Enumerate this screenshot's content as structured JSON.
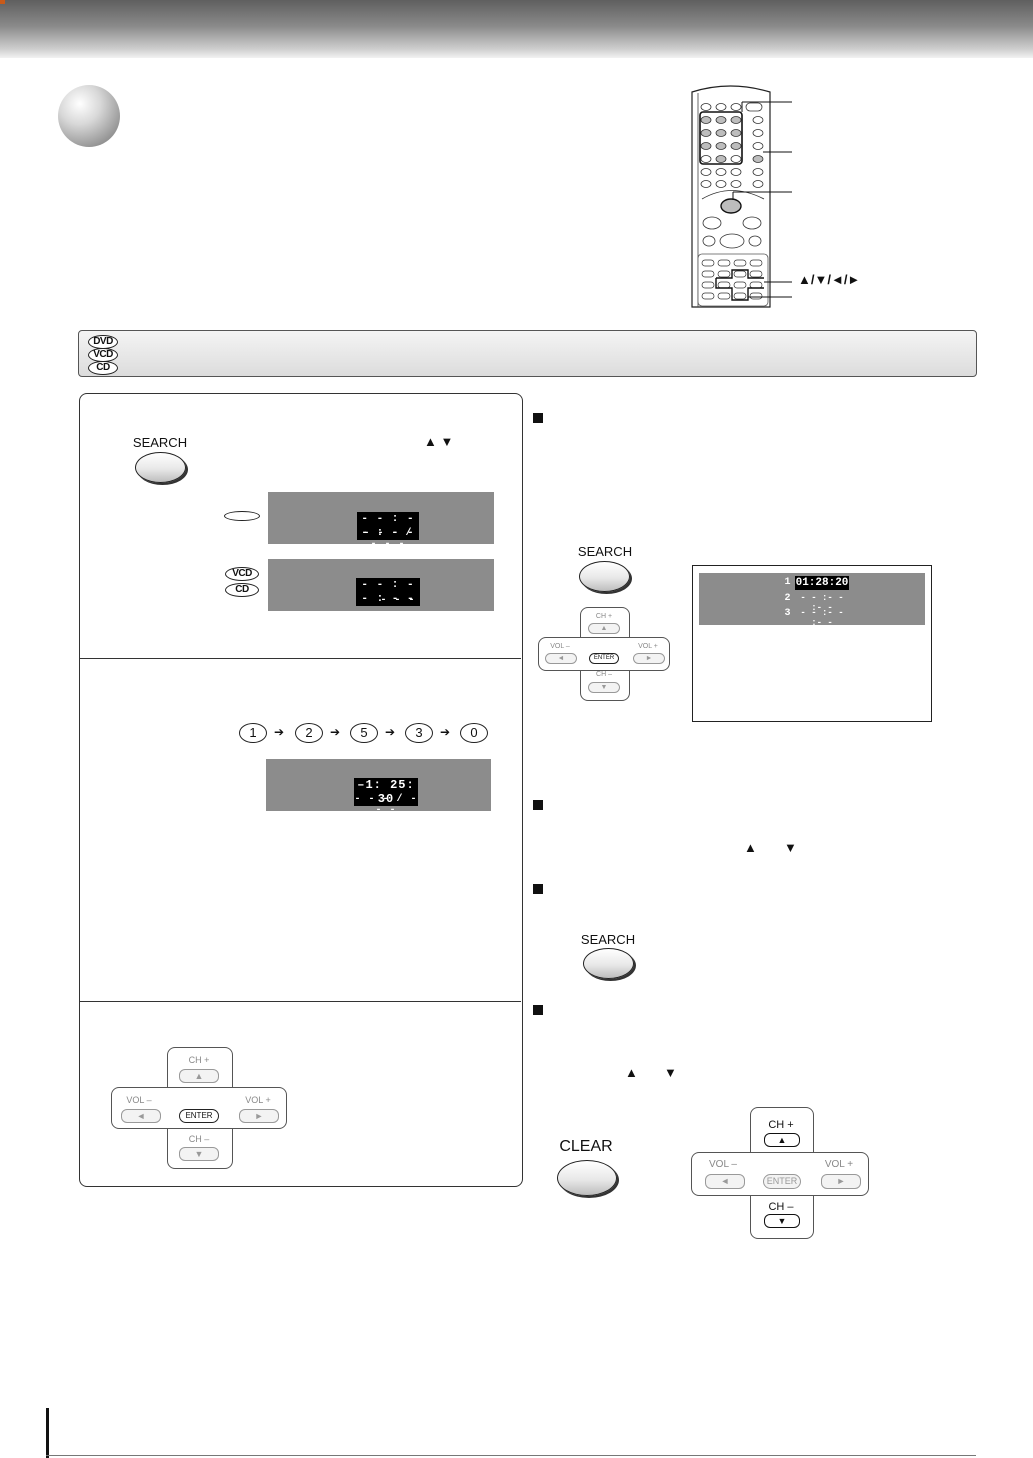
{
  "discs": [
    "DVD",
    "VCD",
    "CD"
  ],
  "buttons": {
    "search": "SEARCH",
    "clear": "CLEAR",
    "enter": "ENTER"
  },
  "dpad": {
    "ch_plus": "CH +",
    "ch_minus": "CH –",
    "vol_minus": "VOL –",
    "vol_plus": "VOL +",
    "up": "▲",
    "down": "▼",
    "left": "◄",
    "right": "►"
  },
  "step1": {
    "arrows": "▲ ▼",
    "dvd_time": "- - : - - : - -",
    "dvd_sub": "- - - / - - -",
    "vcd_time": "- - : - - : - -",
    "vcd_sub": "- - -"
  },
  "step2": {
    "digits": [
      "1",
      "2",
      "5",
      "3",
      "0"
    ],
    "time": "–1: 25: 30",
    "sub": "- - - / - - -"
  },
  "marker_list": [
    {
      "num": "1",
      "time": "01:28:20"
    },
    {
      "num": "2",
      "time": "- - :- - :- -"
    },
    {
      "num": "3",
      "time": "- - :- - :- -"
    }
  ],
  "remote_callouts": {
    "arrows": "▲/▼/◄/►"
  },
  "inline_arrows": {
    "a": "▲",
    "b": "▼"
  }
}
